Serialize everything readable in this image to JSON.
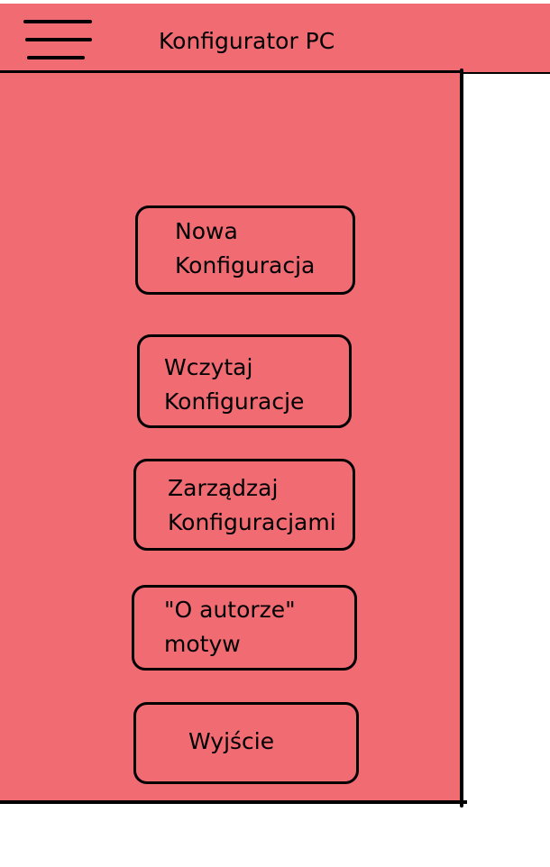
{
  "header": {
    "title": "Konfigurator PC",
    "menu_icon": "hamburger-menu-icon"
  },
  "colors": {
    "background": "#f16b72",
    "border": "#000000"
  },
  "menu": {
    "items": [
      {
        "label": "Nowa\nKonfiguracja"
      },
      {
        "label": "Wczytaj\nKonfiguracje"
      },
      {
        "label": "Zarządzaj\nKonfiguracjami"
      },
      {
        "label": "\"O autorze\"\nmotyw"
      },
      {
        "label": "Wyjście"
      }
    ]
  }
}
